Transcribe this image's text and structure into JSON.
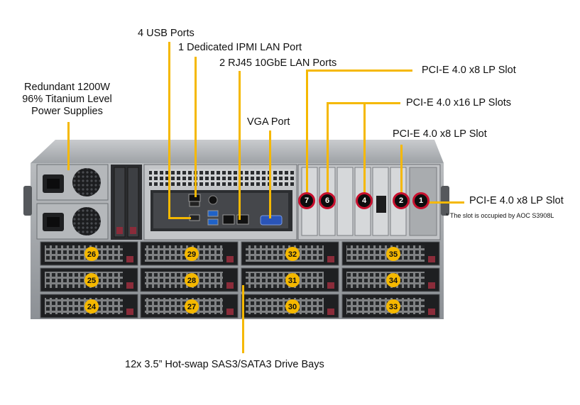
{
  "labels": {
    "usb": "4 USB Ports",
    "ipmi": "1 Dedicated IPMI LAN Port",
    "rj45": "2 RJ45 10GbE LAN Ports",
    "vga": "VGA Port",
    "psu_line1": "Redundant 1200W",
    "psu_line2": "96% Titanium Level",
    "psu_line3": "Power Supplies",
    "pcie_x8_top": "PCI-E 4.0 x8 LP Slot",
    "pcie_x16": "PCI-E 4.0 x16 LP Slots",
    "pcie_x8_mid": "PCI-E 4.0 x8 LP Slot",
    "pcie_x8_right": "PCI-E 4.0 x8 LP Slot",
    "pcie_note": "* The slot is occupied by AOC S3908L",
    "drive_bays": "12x 3.5” Hot-swap SAS3/SATA3 Drive Bays"
  },
  "slot_numbers": [
    "7",
    "6",
    "4",
    "2",
    "1"
  ],
  "bay_numbers": {
    "row1": [
      "26",
      "29",
      "32",
      "35"
    ],
    "row2": [
      "25",
      "28",
      "31",
      "34"
    ],
    "row3": [
      "24",
      "27",
      "30",
      "33"
    ]
  },
  "colors": {
    "callout": "#f5b800",
    "slot_marker": "#c8102e",
    "bay_badge": "#f5b800"
  }
}
